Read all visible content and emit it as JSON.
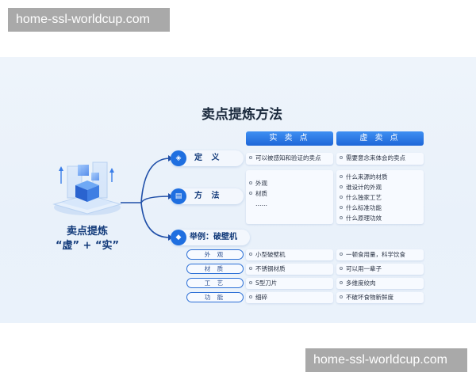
{
  "watermark": {
    "top": "home-ssl-worldcup.com",
    "bottom": "home-ssl-worldcup.com"
  },
  "diagram": {
    "title": "卖点提炼方法",
    "hero": {
      "line1": "卖点提炼",
      "line2": "“虚” + “实”"
    },
    "columns": {
      "shi": "实 卖 点",
      "xu": "虚 卖 点"
    },
    "categories": {
      "definition": {
        "label": "定 义",
        "icon": "layers-icon"
      },
      "method": {
        "label": "方 法",
        "icon": "document-icon"
      },
      "example": {
        "label": "举例：破壁机",
        "icon": "cube-icon"
      }
    },
    "definition": {
      "shi": "可以被感知和验证的卖点",
      "xu": "需要意念来体会的卖点"
    },
    "method": {
      "shi": [
        "外观",
        "材质"
      ],
      "shi_more": "……",
      "xu": [
        "什么来源的材质",
        "谁设计的外观",
        "什么独家工艺",
        "什么标准功能",
        "什么原理功效"
      ]
    },
    "example_rows": [
      {
        "label": "外 观",
        "shi": "小型破壁机",
        "xu": "一顿食用量，科学饮食"
      },
      {
        "label": "材 质",
        "shi": "不锈钢材质",
        "xu": "可以用一辈子"
      },
      {
        "label": "工 艺",
        "shi": "S型刀片",
        "xu": "多维度绞肉"
      },
      {
        "label": "功 能",
        "shi": "细碎",
        "xu": "不破坏食物新鲜度"
      }
    ],
    "colors": {
      "accent": "#1f6fe0",
      "header": "#2b7be8",
      "text": "#123a7a"
    }
  }
}
